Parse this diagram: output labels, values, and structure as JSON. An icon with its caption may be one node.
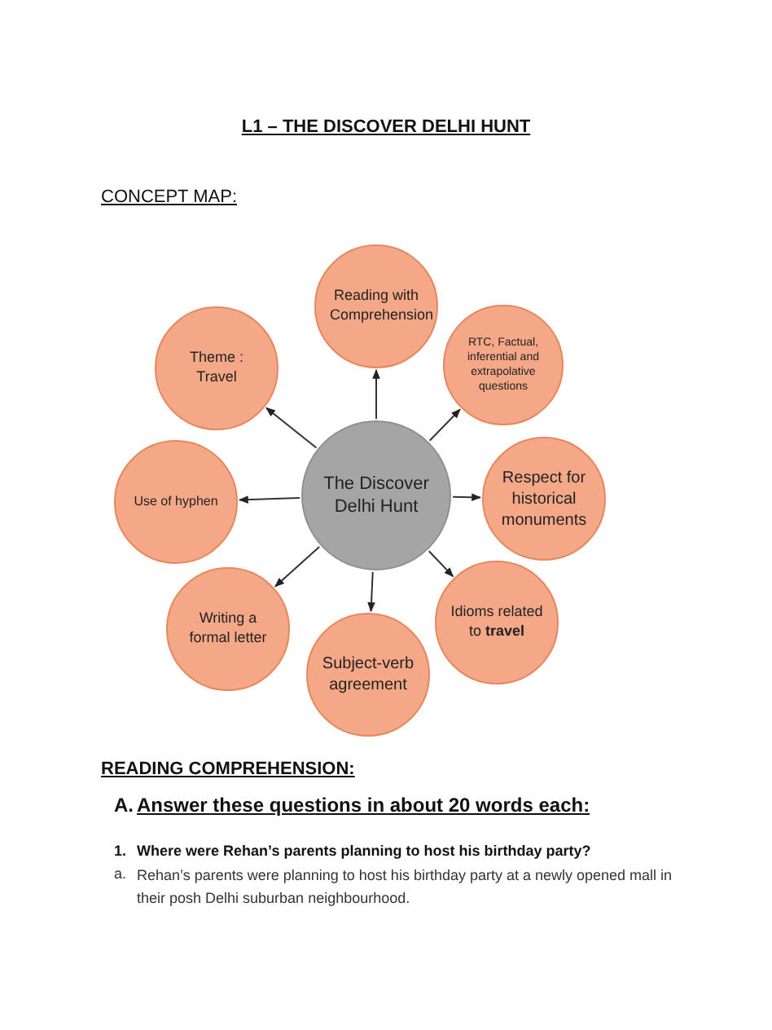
{
  "diagram": {
    "title": "L1 – THE DISCOVER DELHI HUNT",
    "nodes": [
      {
        "text": [
          "The Discover Delhi Hunt"
        ]
      },
      {
        "text": [
          "Reading with Comprehension"
        ]
      },
      {
        "text": [
          "RTC, Factual, inferential and extrapolative questions"
        ]
      },
      {
        "text": [
          "Respect for historical monuments"
        ]
      },
      {
        "text": [
          "Idioms related to **travel**"
        ]
      },
      {
        "text": [
          "Subject-verb agreement"
        ]
      },
      {
        "text": [
          "Writing a formal letter"
        ]
      },
      {
        "text": [
          "Use of hyphen"
        ]
      },
      {
        "text": [
          "Theme : Travel"
        ]
      }
    ],
    "edges": [
      {
        "from": 0,
        "to": 1,
        "arrow": "to"
      },
      {
        "from": 0,
        "to": 2,
        "arrow": "to"
      },
      {
        "from": 0,
        "to": 3,
        "arrow": "to"
      },
      {
        "from": 0,
        "to": 4,
        "arrow": "to"
      },
      {
        "from": 0,
        "to": 5,
        "arrow": "to"
      },
      {
        "from": 0,
        "to": 6,
        "arrow": "to"
      },
      {
        "from": 0,
        "to": 7,
        "arrow": "to"
      },
      {
        "from": 0,
        "to": 8,
        "arrow": "to"
      }
    ],
    "labels": [
      "CONCEPT MAP:",
      "READING COMPREHENSION:",
      "A.",
      "Answer these questions in about 20 words each:",
      "1.",
      "Where were Rehan’s parents planning to host his birthday party?",
      "a.",
      "Rehan’s parents were planning to host his birthday party at a newly opened mall in their posh Delhi suburban neighbourhood."
    ]
  }
}
